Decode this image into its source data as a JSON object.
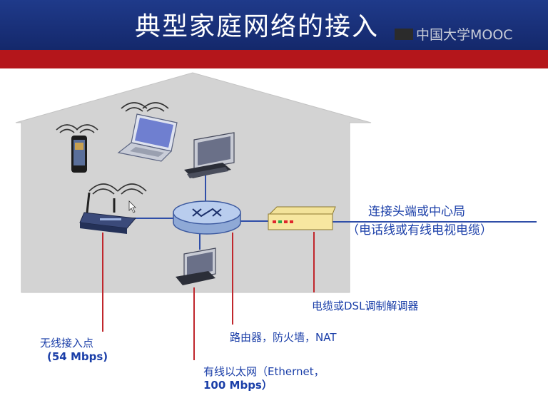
{
  "slide": {
    "title": "典型家庭网络的接入",
    "watermark": "中国大学MOOC"
  },
  "labels": {
    "headend_line1": "连接头端或中心局",
    "headend_line2": "（电话线或有线电视电缆）",
    "modem": "电缆或DSL调制解调器",
    "ap_line1": "无线接入点",
    "ap_line2": "(54 Mbps)",
    "router": "路由器，防火墙，NAT",
    "ethernet_line1": "有线以太网（Ethernet，",
    "ethernet_line2": "100 Mbps）"
  },
  "colors": {
    "header": "#1a3380",
    "red_bar": "#b4161b",
    "house": "#d2d2d2",
    "label_text": "#1a3ea8",
    "callout_line": "#c0262c",
    "link_line": "#2f4ea8"
  },
  "icons": [
    "router-icon",
    "wireless-ap-icon",
    "modem-icon",
    "laptop-icon",
    "smartphone-icon",
    "desktop-computer-icon",
    "wifi-signal-icon"
  ]
}
